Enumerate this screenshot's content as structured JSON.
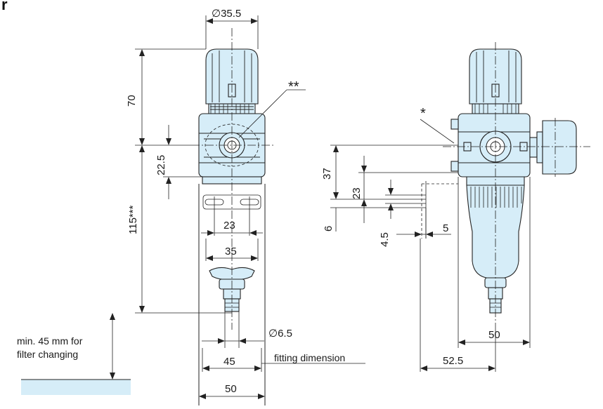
{
  "header": {
    "letter": "r"
  },
  "dimensions": {
    "front": {
      "cap_diameter": "∅35.5",
      "cap_height": "70",
      "body_offset": "22.5",
      "lower_height": "115***",
      "hole_spacing": "23",
      "mount_width": "35",
      "fitting_diameter": "∅6.5",
      "fitting_width": "45",
      "overall_width": "50"
    },
    "side": {
      "height_37": "37",
      "height_23": "23",
      "height_6": "6",
      "depth_4_5": "4.5",
      "depth_5": "5",
      "bowl_width": "50",
      "gauge_offset": "52.5"
    }
  },
  "annotations": {
    "double_star": "**",
    "single_star": "*",
    "fitting_dimension": "fitting dimension",
    "clearance_line1": "min. 45 mm for",
    "clearance_line2": "filter changing"
  },
  "colors": {
    "part_fill": "#d6edf8",
    "floor_fill": "#d6edf8",
    "line": "#222222"
  }
}
